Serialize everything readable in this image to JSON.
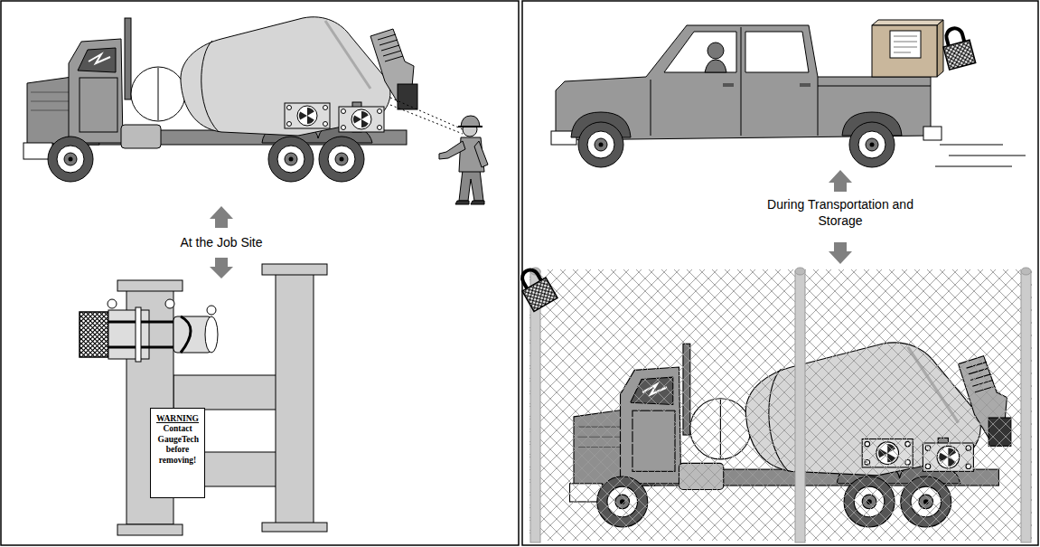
{
  "diagram": {
    "nodes": [
      {
        "text": [
          "WARNING",
          "Contact GaugeTech before removing!"
        ]
      }
    ],
    "labels": [
      "At the Job Site",
      "During Transportation and Storage"
    ]
  }
}
